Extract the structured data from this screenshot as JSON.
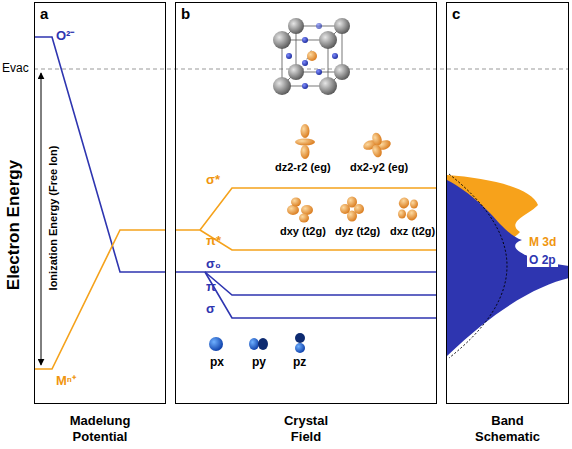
{
  "diagram": {
    "nodes": [
      {
        "text": [
          "a",
          "Madelung Potential"
        ]
      },
      {
        "text": [
          "b",
          "Crystal Field"
        ]
      },
      {
        "text": [
          "c",
          "Band Schematic"
        ]
      }
    ],
    "labels": [
      "Electron Energy",
      "Evac",
      "O²⁻",
      "Mⁿ⁺",
      "Ionization Energy (Free Ion)",
      "σ*",
      "π*",
      "σ₀",
      "π",
      "σ",
      "dz2-r2 (eg)",
      "dx2-y2 (eg)",
      "dxy (t2g)",
      "dyz (t2g)",
      "dxz (t2g)",
      "px",
      "py",
      "pz",
      "M 3d",
      "O 2p"
    ]
  }
}
